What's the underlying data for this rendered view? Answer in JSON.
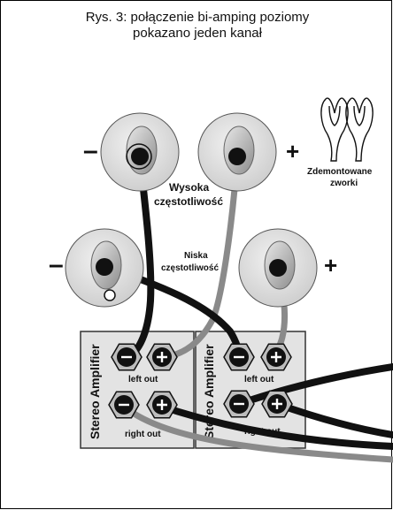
{
  "title": {
    "line1": "Rys. 3: połączenie bi-amping poziomy",
    "line2": "pokazano jeden kanał"
  },
  "speaker_labels": {
    "high_line1": "Wysoka",
    "high_line2": "częstotliwość",
    "low_line1": "Niska",
    "low_line2": "częstotliwość",
    "minus": "–",
    "plus": "+"
  },
  "jumpers": {
    "line1": "Zdemontowane",
    "line2": "zworki"
  },
  "amplifiers": [
    {
      "name": "Stereo Amplifier",
      "left_out": "left out",
      "right_out": "right out"
    },
    {
      "name": "Stereo Amplifier",
      "left_out": "left out",
      "right_out": "right out"
    }
  ],
  "colors": {
    "black_cable": "#111111",
    "grey_cable": "#8a8a8a",
    "terminal_disc": "#d6d6d6",
    "amp_panel": "#e3e3e3"
  }
}
